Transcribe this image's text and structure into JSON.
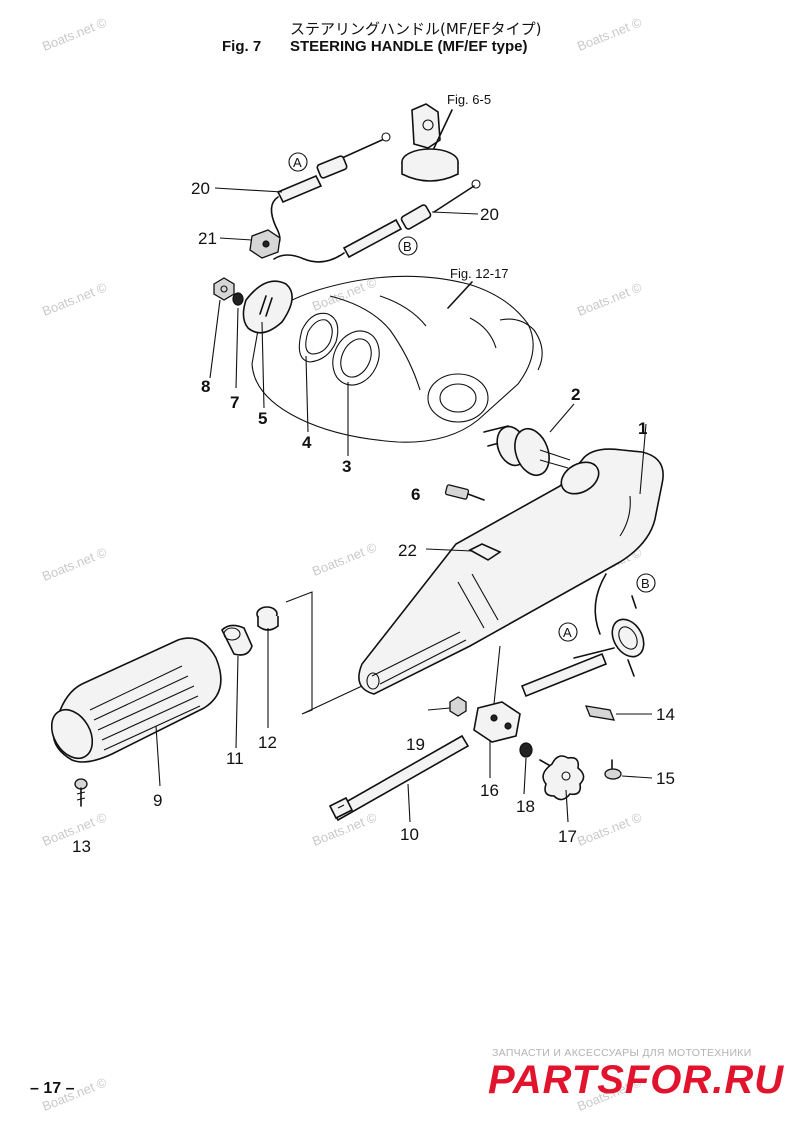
{
  "header": {
    "title_jp": "ステアリングハンドル(MF/EFタイプ)",
    "fig_label": "Fig. 7",
    "title_en": "STEERING HANDLE (MF/EF type)"
  },
  "references": {
    "fig_6_5": "Fig. 6-5",
    "fig_12_17": "Fig. 12-17"
  },
  "callouts": {
    "a": "A",
    "b": "B"
  },
  "parts": {
    "p1": "1",
    "p2": "2",
    "p3": "3",
    "p4": "4",
    "p5": "5",
    "p6": "6",
    "p7": "7",
    "p8": "8",
    "p9": "9",
    "p10": "10",
    "p11": "11",
    "p12": "12",
    "p13": "13",
    "p14": "14",
    "p15": "15",
    "p16": "16",
    "p17": "17",
    "p18": "18",
    "p19": "19",
    "p20a": "20",
    "p20b": "20",
    "p21": "21",
    "p22": "22"
  },
  "page_number": "– 17 –",
  "watermark": "Boats.net ©",
  "promo": {
    "subtitle": "ЗАПЧАСТИ И АКСЕССУАРЫ ДЛЯ МОТОТЕХНИКИ",
    "logo": "PARTSFOR.RU"
  }
}
